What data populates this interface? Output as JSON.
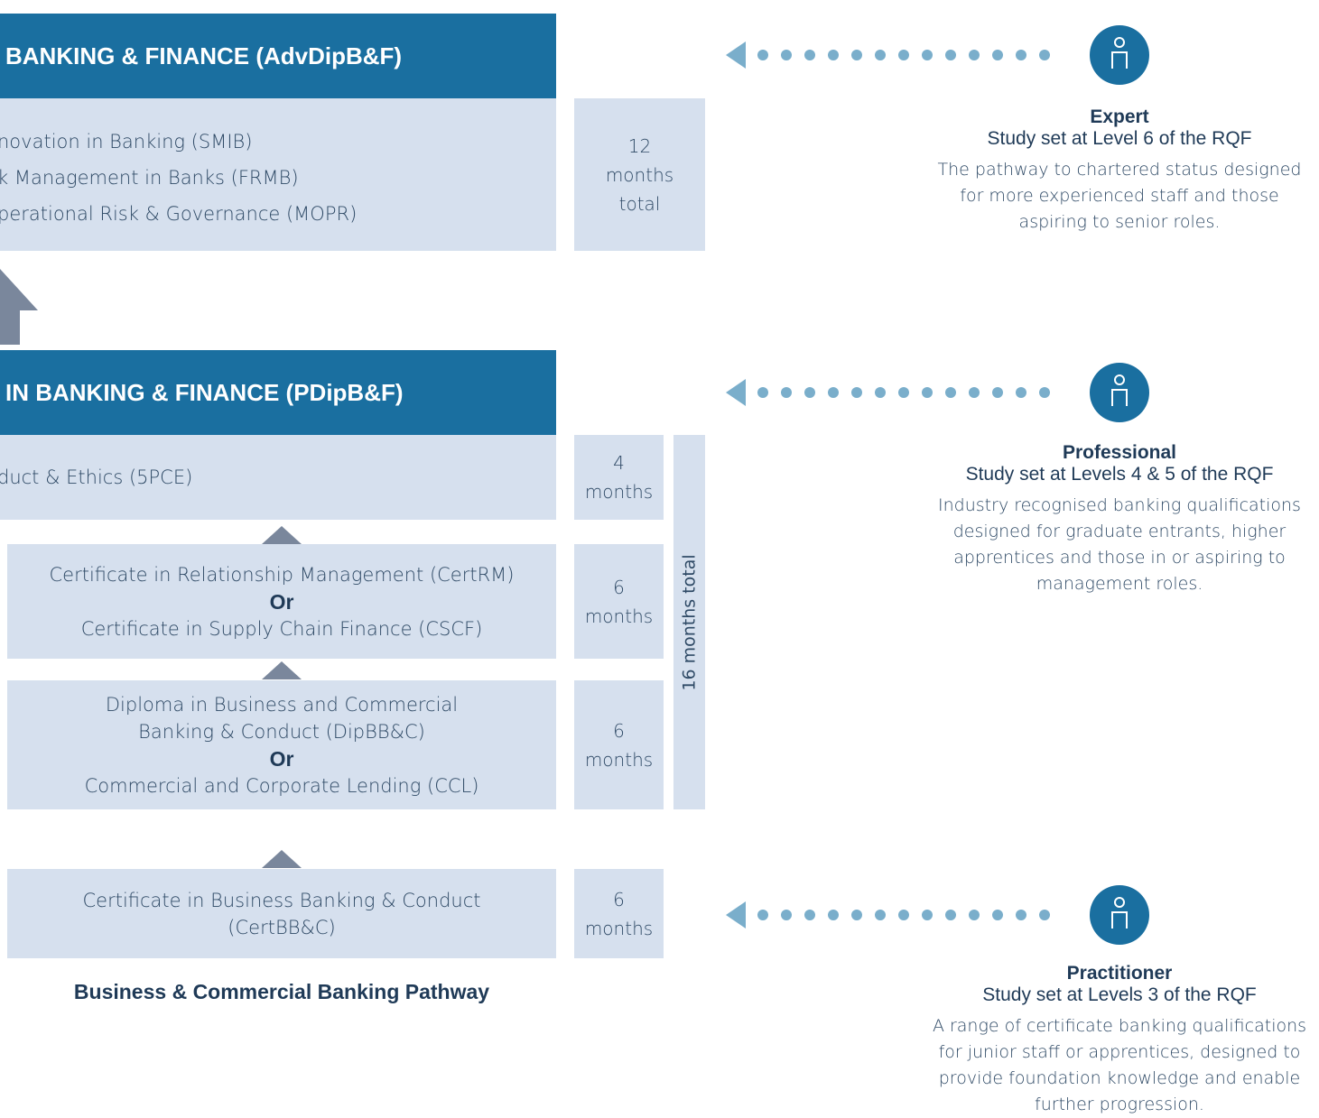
{
  "advanced": {
    "header": "BANKING & FINANCE (AdvDipB&F)",
    "modules": [
      "novation in Banking (SMIB)",
      "k Management in Banks (FRMB)",
      "perational Risk & Governance (MOPR)"
    ],
    "duration": [
      "12",
      "months",
      "total"
    ]
  },
  "professional": {
    "header": "IN BANKING & FINANCE (PDipB&F)",
    "conduct_module": "duct & Ethics (5PCE)",
    "conduct_duration": [
      "4",
      "months"
    ],
    "certificate_options": {
      "option_a": "Certificate in Relationship Management (CertRM)",
      "or": "Or",
      "option_b": "Certificate in Supply Chain Finance (CSCF)",
      "duration": [
        "6",
        "months"
      ]
    },
    "diploma_options": {
      "option_a_line1": "Diploma in Business and Commercial",
      "option_a_line2": "Banking & Conduct (DipBB&C)",
      "or": "Or",
      "option_b": "Commercial and Corporate Lending (CCL)",
      "duration": [
        "6",
        "months"
      ]
    },
    "total": "16 months total"
  },
  "practitioner_course": {
    "line1": "Certificate in Business Banking & Conduct",
    "line2": "(CertBB&C)",
    "duration": [
      "6",
      "months"
    ]
  },
  "pathway_label": "Business & Commercial Banking Pathway",
  "levels": [
    {
      "title": "Expert",
      "subtitle": "Study set at Level 6 of the RQF",
      "description": [
        "The pathway to chartered status designed",
        "for more experienced staff and those",
        "aspiring to senior roles."
      ],
      "icon": "person-icon"
    },
    {
      "title": "Professional",
      "subtitle": "Study set at Levels 4 & 5 of the RQF",
      "description": [
        "Industry recognised banking qualifications",
        "designed for graduate entrants, higher",
        "apprentices and those in or aspiring to",
        "management roles."
      ],
      "icon": "person-icon"
    },
    {
      "title": "Practitioner",
      "subtitle": "Study set at Levels 3 of the RQF",
      "description": [
        "A range of certificate banking qualifications",
        "for junior staff or apprentices, designed to",
        "provide foundation knowledge and enable",
        "further progression."
      ],
      "icon": "person-icon"
    }
  ],
  "colors": {
    "header_blue": "#1a6fa0",
    "box_fill": "#d6e0ee",
    "arrow_grey": "#7a879c",
    "dot_blue": "#7aaecb"
  }
}
